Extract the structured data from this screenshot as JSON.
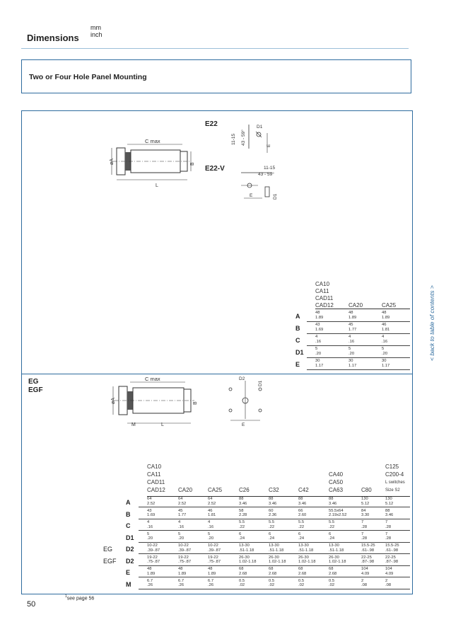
{
  "header": {
    "title": "Dimensions",
    "units": [
      "mm",
      "inch"
    ]
  },
  "sidebar_link": "< back to table of contents >",
  "section": {
    "title": "Two or Four Hole Panel Mounting"
  },
  "fig1": {
    "label_e22": "E22",
    "label_e22v": "E22-V",
    "cmax": "C max",
    "dim_a": "øA",
    "dim_b": "B",
    "dim_l": "L",
    "angle1": "11-15",
    "angle2": "43 - 59°",
    "d1": "D1",
    "e": "E"
  },
  "table1": {
    "cols": [
      [
        "CA10",
        "CA11",
        "CAD11",
        "CAD12"
      ],
      [
        "CA20"
      ],
      [
        "CA25"
      ]
    ],
    "rows": [
      {
        "label": "A",
        "values": [
          [
            "48",
            "1.89"
          ],
          [
            "48",
            "1.89"
          ],
          [
            "48",
            "1.89"
          ]
        ]
      },
      {
        "label": "B",
        "values": [
          [
            "43",
            "1.69"
          ],
          [
            "45",
            "1.77"
          ],
          [
            "46",
            "1.81"
          ]
        ]
      },
      {
        "label": "C",
        "values": [
          [
            "4",
            ".16"
          ],
          [
            "4",
            ".16"
          ],
          [
            "4",
            ".16"
          ]
        ]
      },
      {
        "label": "D1",
        "values": [
          [
            "5",
            ".20"
          ],
          [
            "5",
            ".20"
          ],
          [
            "5",
            ".20"
          ]
        ]
      },
      {
        "label": "E",
        "values": [
          [
            "30",
            "1.17"
          ],
          [
            "30",
            "1.17"
          ],
          [
            "30",
            "1.17"
          ]
        ]
      }
    ]
  },
  "fig2": {
    "label_eg": "EG",
    "label_egf": "EGF",
    "cmax": "C max",
    "dim_a": "øA",
    "dim_b": "B",
    "dim_l": "L",
    "dim_m": "M",
    "d2": "D2",
    "d1": "D1",
    "e": "E"
  },
  "table2": {
    "cols": [
      [
        "CA10",
        "CA11",
        "CAD11",
        "CAD12"
      ],
      [
        "CA20"
      ],
      [
        "CA25"
      ],
      [
        "C26"
      ],
      [
        "C32"
      ],
      [
        "C42"
      ],
      [
        "CA40",
        "CA50",
        "CA63"
      ],
      [
        "C80"
      ],
      [
        "C125",
        "C200-4",
        "L switches",
        "Size S2"
      ]
    ],
    "rows": [
      {
        "prefix": "",
        "label": "A",
        "values": [
          [
            "64",
            "2.52"
          ],
          [
            "64",
            "2.52"
          ],
          [
            "64",
            "2.52"
          ],
          [
            "88",
            "3.46"
          ],
          [
            "88",
            "3.46"
          ],
          [
            "88",
            "3.46"
          ],
          [
            "88",
            "3.46"
          ],
          [
            "130",
            "5.12"
          ],
          [
            "130",
            "5.12"
          ]
        ]
      },
      {
        "prefix": "",
        "label": "B",
        "values": [
          [
            "43",
            "1.69"
          ],
          [
            "45",
            "1.77"
          ],
          [
            "46",
            "1.81"
          ],
          [
            "58",
            "2.28"
          ],
          [
            "60",
            "2.36"
          ],
          [
            "66",
            "2.60"
          ],
          [
            "55.5x64",
            "2.19x2.52"
          ],
          [
            "84",
            "3.30"
          ],
          [
            "88",
            "3.46"
          ]
        ]
      },
      {
        "prefix": "",
        "label": "C",
        "values": [
          [
            "4",
            ".16"
          ],
          [
            "4",
            ".16"
          ],
          [
            "4",
            ".16"
          ],
          [
            "5.5",
            ".22"
          ],
          [
            "5.5",
            ".22"
          ],
          [
            "5.5",
            ".22"
          ],
          [
            "5.5",
            ".22"
          ],
          [
            "7",
            ".28"
          ],
          [
            "7",
            ".28"
          ]
        ]
      },
      {
        "prefix": "",
        "label": "D1",
        "values": [
          [
            "5",
            ".20"
          ],
          [
            "5",
            ".20"
          ],
          [
            "5",
            ".20"
          ],
          [
            "6",
            ".24"
          ],
          [
            "6",
            ".24"
          ],
          [
            "6",
            ".24"
          ],
          [
            "6",
            ".24"
          ],
          [
            "7",
            ".28"
          ],
          [
            "7",
            ".28"
          ]
        ]
      },
      {
        "prefix": "EG",
        "label": "D2",
        "values": [
          [
            "10-22",
            ".39-.87"
          ],
          [
            "10-22",
            ".39-.87"
          ],
          [
            "10-22",
            ".39-.87"
          ],
          [
            "13-30",
            ".51-1.18"
          ],
          [
            "13-30",
            ".51-1.18"
          ],
          [
            "13-30",
            ".51-1.18"
          ],
          [
            "13-30",
            ".51-1.18"
          ],
          [
            "15.5-25",
            ".61-.98"
          ],
          [
            "15.5-25",
            ".61-.98"
          ]
        ]
      },
      {
        "prefix": "EGF",
        "label": "D2",
        "values": [
          [
            "19-22",
            ".75-.87"
          ],
          [
            "19-22",
            ".75-.87"
          ],
          [
            "19-22",
            ".75-.87"
          ],
          [
            "26-30",
            "1.02-1.18"
          ],
          [
            "26-30",
            "1.02-1.18"
          ],
          [
            "26-30",
            "1.02-1.18"
          ],
          [
            "26-30",
            "1.02-1.18"
          ],
          [
            "22-25",
            ".87-.98"
          ],
          [
            "22-25",
            ".87-.98"
          ]
        ]
      },
      {
        "prefix": "",
        "label": "E",
        "values": [
          [
            "48",
            "1.89"
          ],
          [
            "48",
            "1.89"
          ],
          [
            "48",
            "1.89"
          ],
          [
            "68",
            "2.68"
          ],
          [
            "68",
            "2.68"
          ],
          [
            "68",
            "2.68"
          ],
          [
            "68",
            "2.68"
          ],
          [
            "104",
            "4.09"
          ],
          [
            "104",
            "4.09"
          ]
        ]
      },
      {
        "prefix": "",
        "label": "M",
        "values": [
          [
            "6.7",
            ".26"
          ],
          [
            "6.7",
            ".26"
          ],
          [
            "6.7",
            ".26"
          ],
          [
            "0.5",
            ".02"
          ],
          [
            "0.5",
            ".02"
          ],
          [
            "0.5",
            ".02"
          ],
          [
            "0.5",
            ".02"
          ],
          [
            "2",
            ".08"
          ],
          [
            "2",
            ".08"
          ]
        ]
      }
    ]
  },
  "footnote": {
    "sup": "1",
    "text": "see page 56"
  },
  "page_number": "50"
}
